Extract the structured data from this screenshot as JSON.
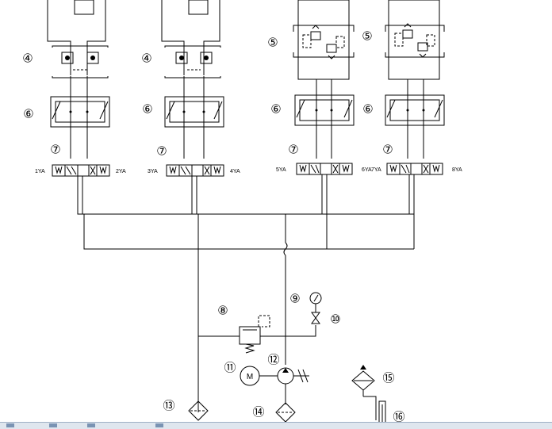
{
  "circuit": {
    "units": [
      {
        "id": "unit-1",
        "valve_labels": [
          "1YA",
          "2YA"
        ]
      },
      {
        "id": "unit-2",
        "valve_labels": [
          "3YA",
          "4YA"
        ]
      },
      {
        "id": "unit-3",
        "valve_labels": [
          "5YA",
          "6YA"
        ]
      },
      {
        "id": "unit-4",
        "valve_labels": [
          "7YA",
          "8YA"
        ]
      }
    ],
    "callouts": {
      "c4a": "④",
      "c4b": "④",
      "c5a": "⑤",
      "c5b": "⑤",
      "c6a": "⑥",
      "c6b": "⑥",
      "c6c": "⑥",
      "c6d": "⑥",
      "c7a": "⑦",
      "c7b": "⑦",
      "c7c": "⑦",
      "c7d": "⑦",
      "c8": "⑧",
      "c9": "⑨",
      "c10": "⑩",
      "c11": "⑪",
      "c12": "⑫",
      "c13": "⑬",
      "c14": "⑭",
      "c15": "⑮",
      "c16": "⑯"
    },
    "motor_symbol": "M"
  }
}
